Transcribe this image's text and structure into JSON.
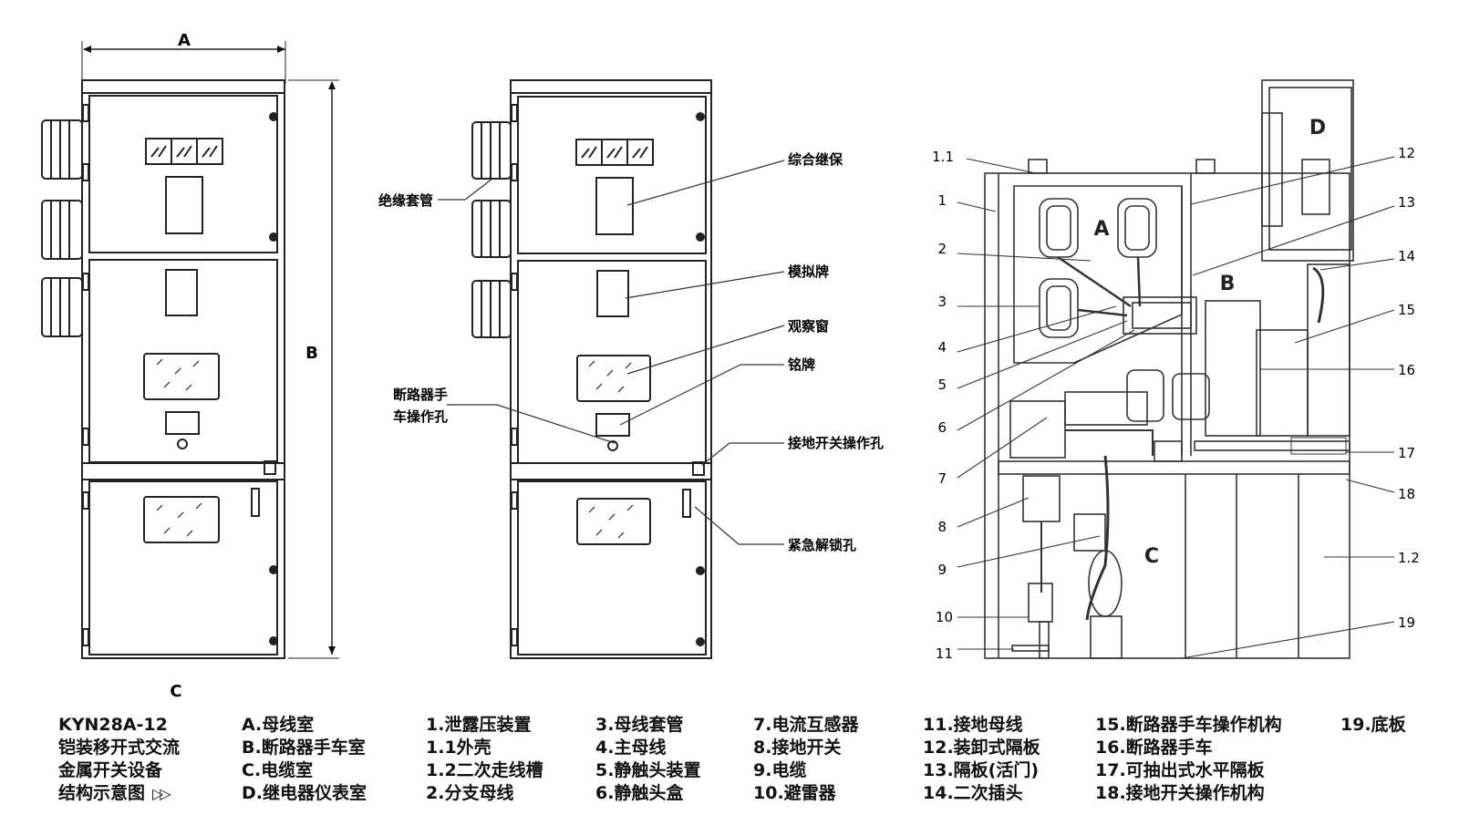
{
  "dimensions": {
    "A": "A",
    "B": "B",
    "C": "C"
  },
  "zones": {
    "A": "A",
    "B": "B",
    "C": "C",
    "D": "D"
  },
  "front_callouts": {
    "bushing": "绝缘套管",
    "relay": "综合继保",
    "mimic": "模拟牌",
    "window": "观察窗",
    "nameplate": "铭牌",
    "breaker_hole_1": "断路器手",
    "breaker_hole_2": "车操作孔",
    "earthing_hole": "接地开关操作孔",
    "emergency_unlock": "紧急解锁孔"
  },
  "section_numbers": {
    "n1_1": "1.1",
    "n1": "1",
    "n2": "2",
    "n3": "3",
    "n4": "4",
    "n5": "5",
    "n6": "6",
    "n7": "7",
    "n8": "8",
    "n9": "9",
    "n10": "10",
    "n11": "11",
    "n12": "12",
    "n13": "13",
    "n14": "14",
    "n15": "15",
    "n16": "16",
    "n17": "17",
    "n18": "18",
    "n1_2": "1.2",
    "n19": "19"
  },
  "legend": {
    "col1": [
      "KYN28A-12",
      "铠装移开式交流",
      "金属开关设备",
      "结构示意图"
    ],
    "col2": [
      "A.母线室",
      "B.断路器手车室",
      "C.电缆室",
      "D.继电器仪表室"
    ],
    "col3": [
      "1.泄露压装置",
      "1.1外壳",
      "1.2二次走线槽",
      "2.分支母线"
    ],
    "col4": [
      "3.母线套管",
      "4.主母线",
      "5.静触头装置",
      "6.静触头盒"
    ],
    "col5": [
      "7.电流互感器",
      "8.接地开关",
      "9.电缆",
      "10.避雷器"
    ],
    "col6": [
      "11.接地母线",
      "12.装卸式隔板",
      "13.隔板(活门)",
      "14.二次插头"
    ],
    "col7": [
      "15.断路器手车操作机构",
      "16.断路器手车",
      "17.可抽出式水平隔板",
      "18.接地开关操作机构"
    ],
    "col8": [
      "19.底板"
    ]
  }
}
